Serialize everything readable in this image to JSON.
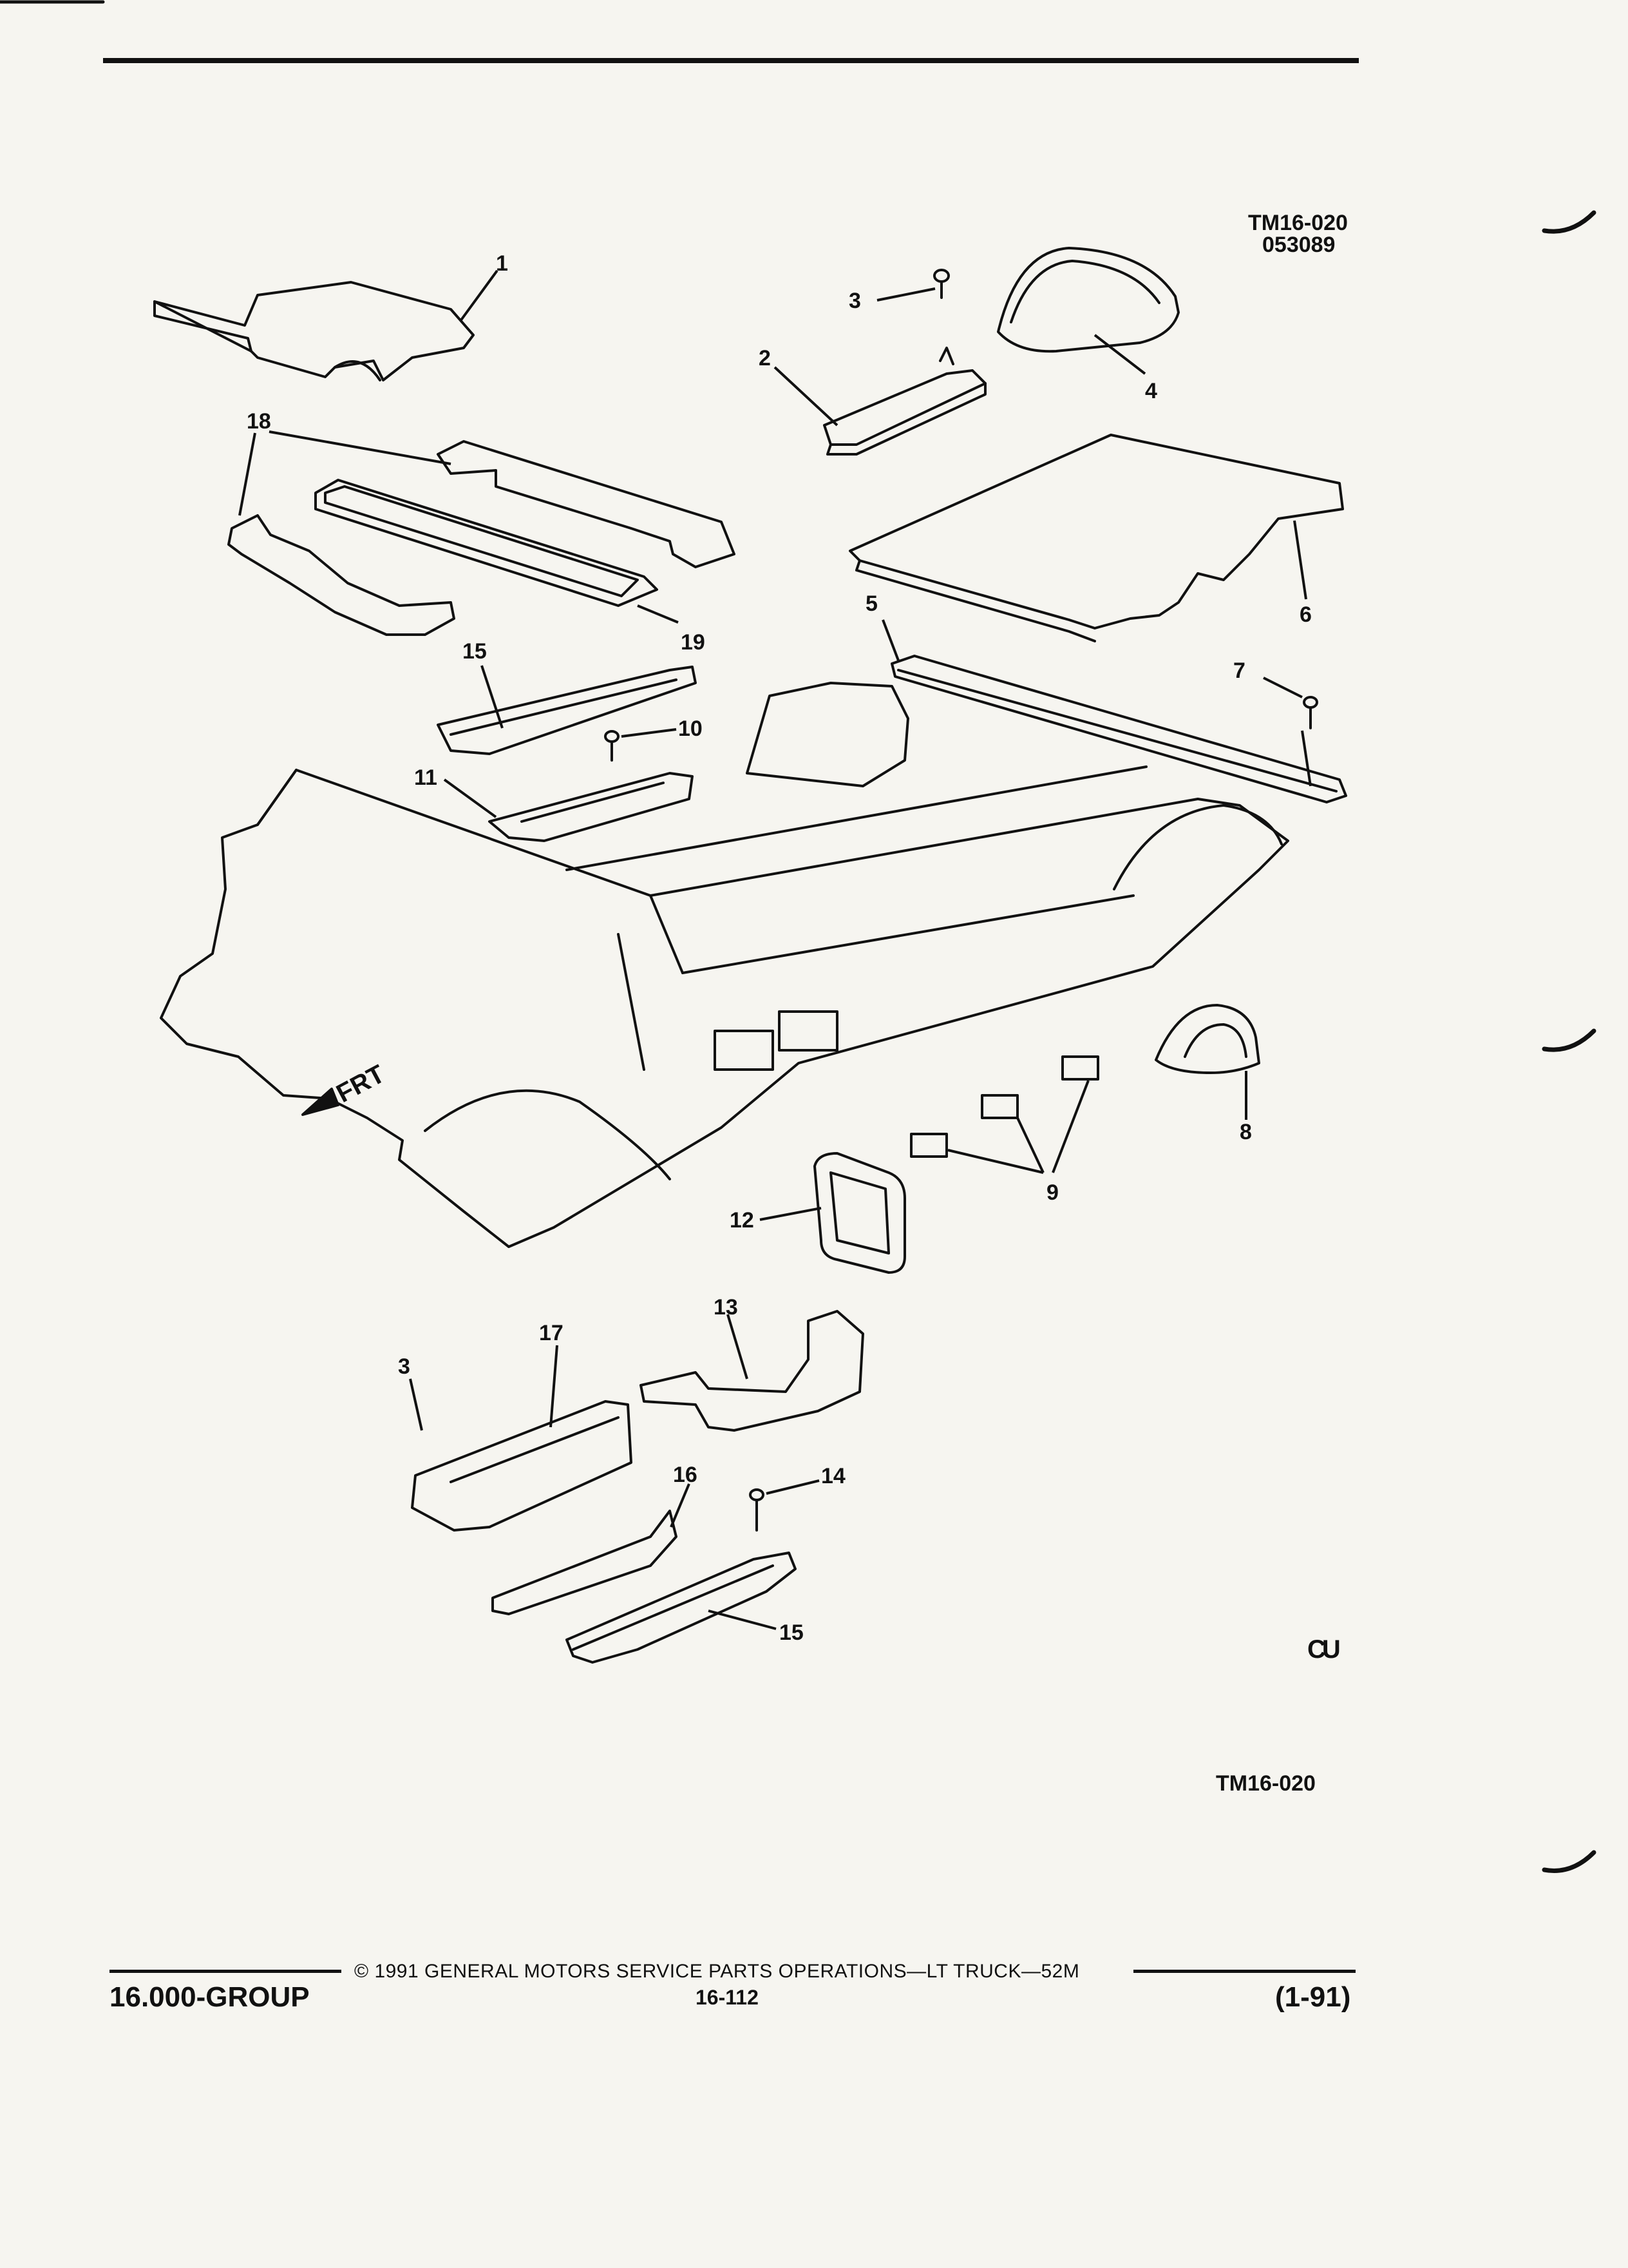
{
  "header": {
    "drawing_id": "TM16-020",
    "drawing_date": "053089"
  },
  "diagram": {
    "direction_label": "FRT",
    "callouts": [
      "1",
      "2",
      "3",
      "4",
      "5",
      "6",
      "7",
      "8",
      "9",
      "10",
      "11",
      "12",
      "13",
      "14",
      "15",
      "16",
      "17",
      "18",
      "19",
      "3",
      "15"
    ],
    "bottom_id": "TM16-020",
    "mark": "CU"
  },
  "footer": {
    "copyright": "© 1991 GENERAL MOTORS SERVICE PARTS OPERATIONS—LT TRUCK—52M",
    "group": "16.000-GROUP",
    "page_number": "16-112",
    "revision": "(1-91)"
  }
}
